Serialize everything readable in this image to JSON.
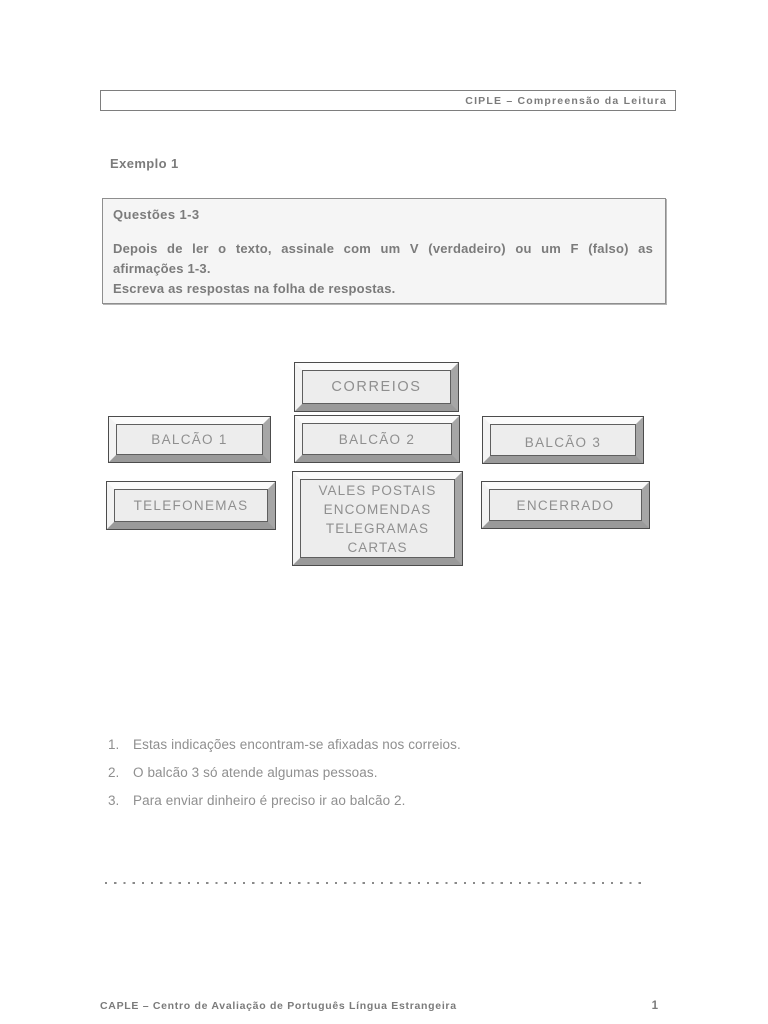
{
  "header": {
    "title": "CIPLE – Compreensão da Leitura"
  },
  "example_title": "Exemplo 1",
  "question_box": {
    "title": "Questões 1-3",
    "lines": [
      "Depois de ler o texto, assinale com um V (verdadeiro) ou um F (falso) as",
      "afirmações 1-3.",
      "Escreva as respostas na folha de respostas."
    ]
  },
  "signs": {
    "correios": "CORREIOS",
    "balcao1": "BALCÃO 1",
    "balcao2": "BALCÃO 2",
    "balcao3": "BALCÃO 3",
    "telefonemas": "TELEFONEMAS",
    "vales_lines": [
      "VALES POSTAIS",
      "ENCOMENDAS",
      "TELEGRAMAS",
      "CARTAS"
    ],
    "encerrado": "ENCERRADO"
  },
  "statements": [
    {
      "num": "1.",
      "text": "Estas indicações encontram-se afixadas nos correios."
    },
    {
      "num": "2.",
      "text": "O balcão 3 só atende algumas pessoas."
    },
    {
      "num": "3.",
      "text": "Para enviar dinheiro é preciso ir ao balcão 2."
    }
  ],
  "footer": {
    "left": "CAPLE – Centro de Avaliação de Português Língua Estrangeira",
    "page_number": "1"
  },
  "colors": {
    "text_bold_gray": "#7b7b7b",
    "text_body_gray": "#8f8f8f",
    "sign_panel_bg": "#ededed",
    "question_box_bg": "#f5f5f5",
    "bevel_light": "#fbfbfb",
    "bevel_dark": "#9a9a9a"
  }
}
